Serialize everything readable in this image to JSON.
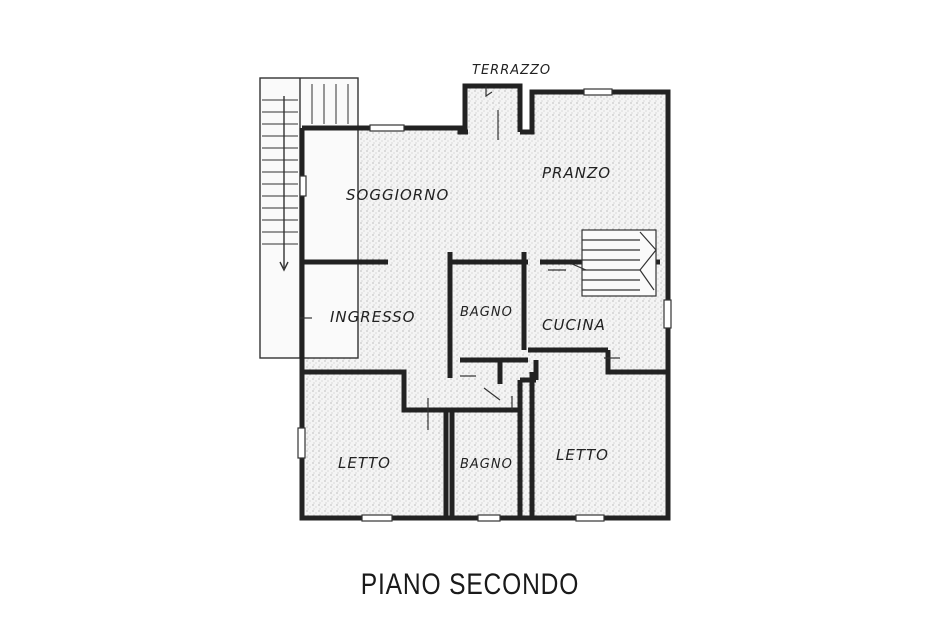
{
  "plan": {
    "rooms": {
      "terrazzo": "TERRAZZO",
      "soggiorno": "SOGGIORNO",
      "pranzo": "PRANZO",
      "ingresso": "INGRESSO",
      "bagno_upper": "BAGNO",
      "cucina": "CUCINA",
      "letto_left": "LETTO",
      "bagno_lower": "BAGNO",
      "letto_right": "LETTO"
    },
    "caption": "PIANO SECONDO"
  }
}
